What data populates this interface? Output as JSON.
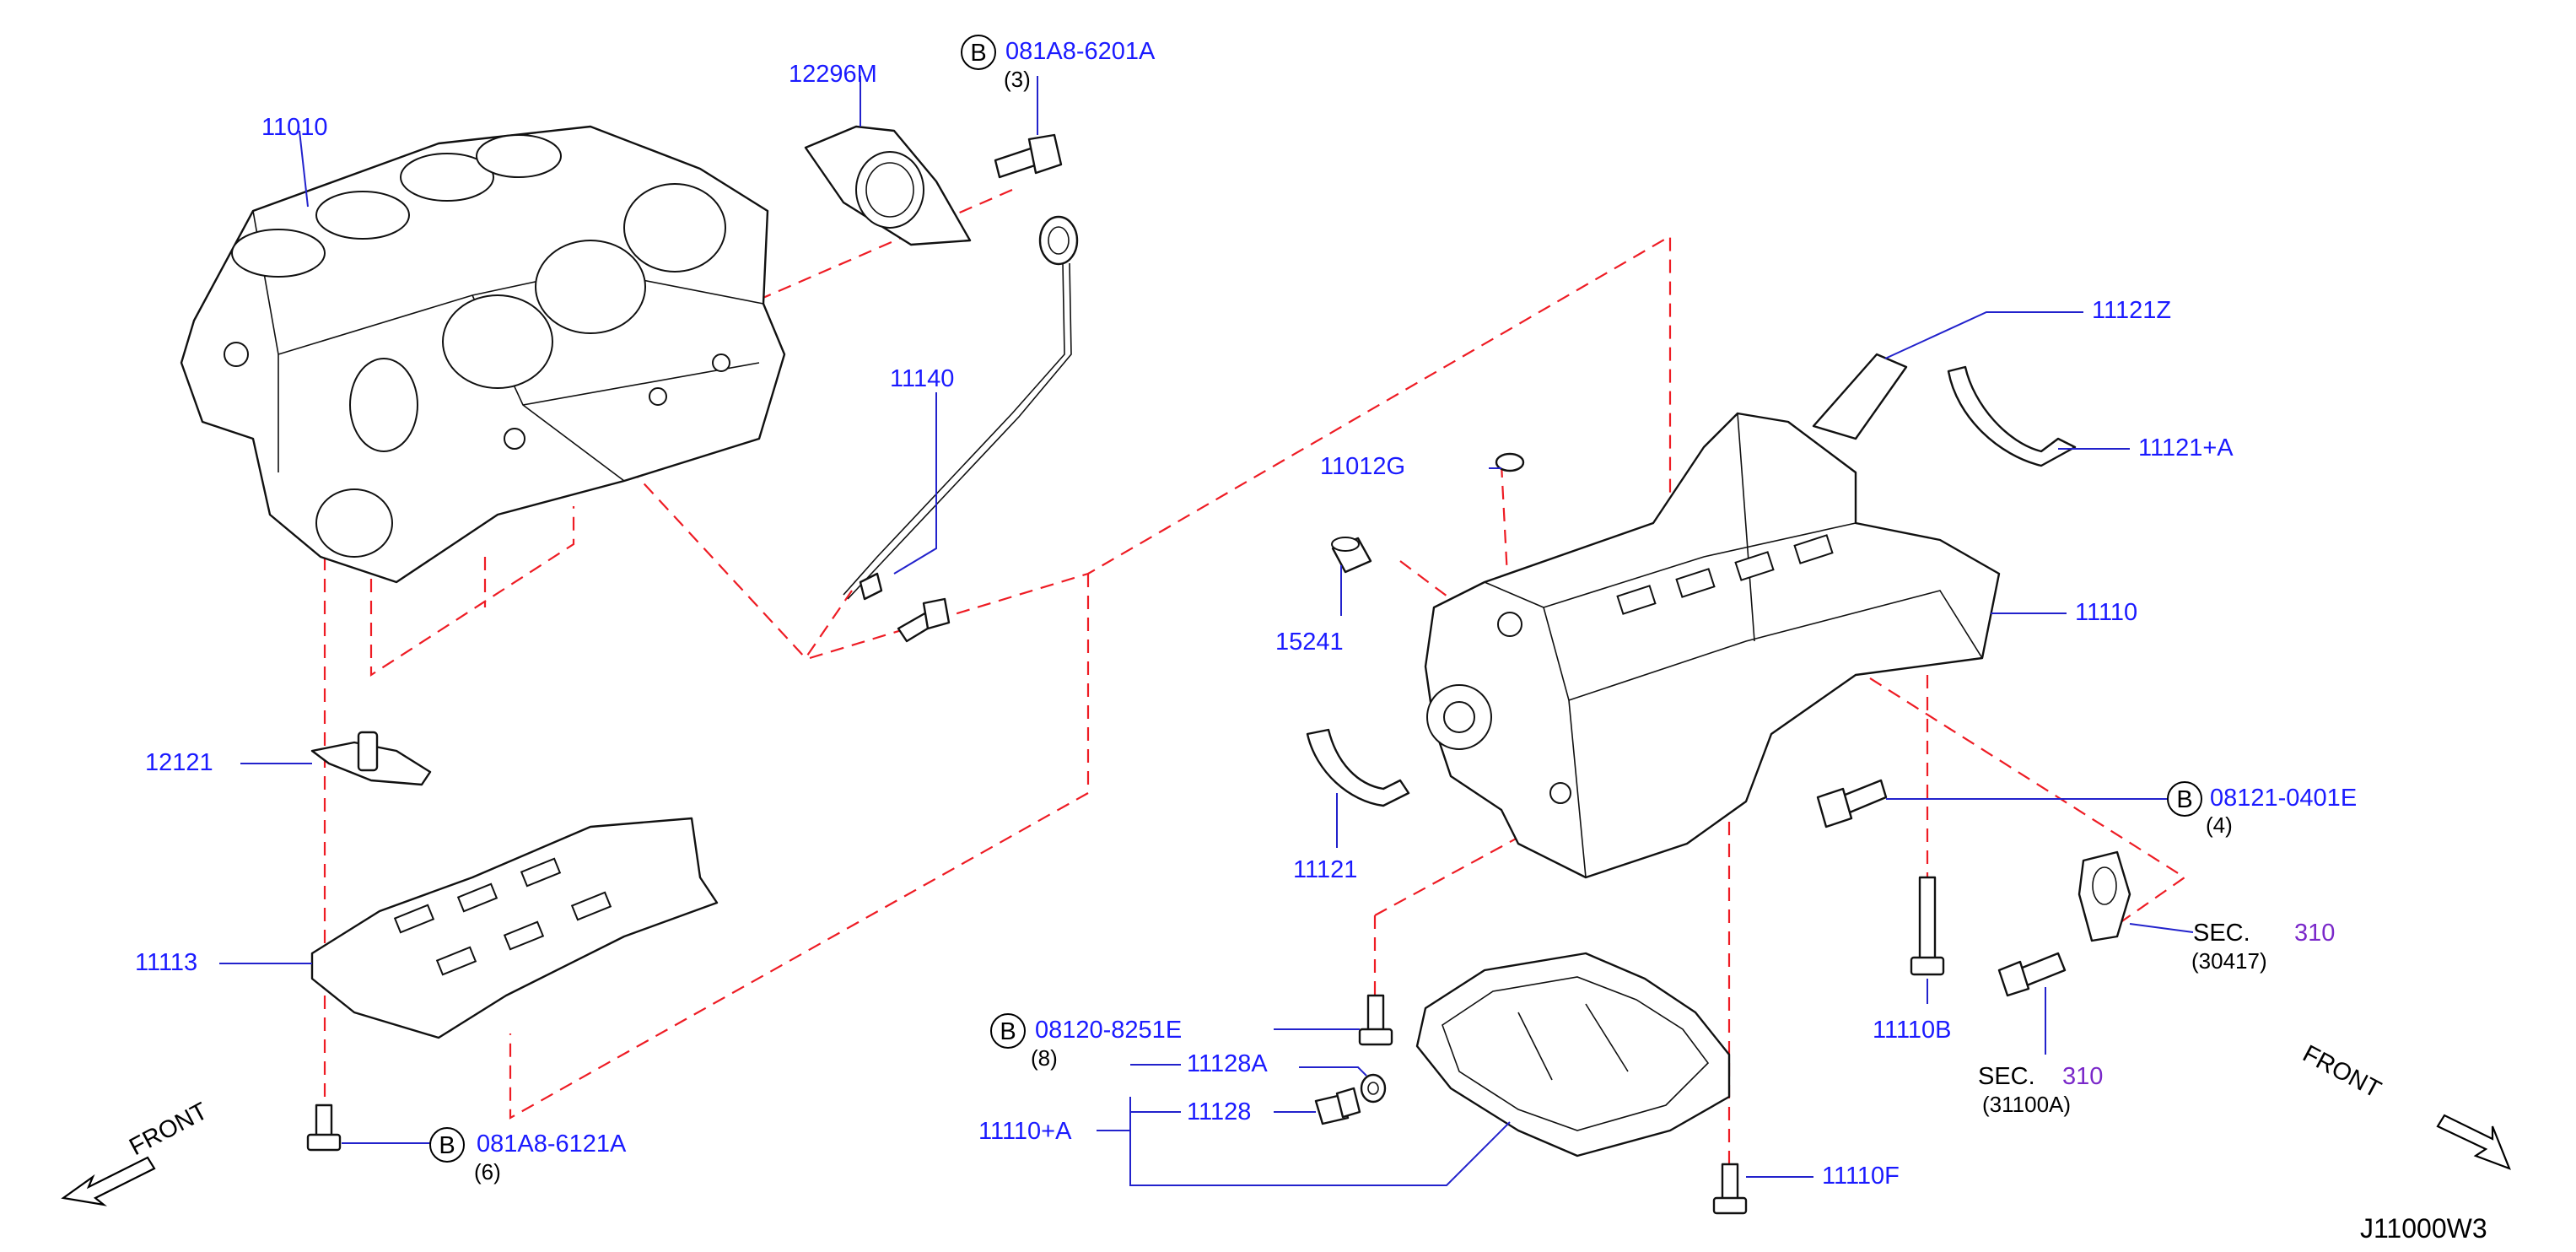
{
  "diagram_code": "J11000W3",
  "front_label": "FRONT",
  "labels": {
    "p11010": "11010",
    "p12296m": "12296M",
    "p081a8_6201a": "081A8-6201A",
    "q3": "(3)",
    "p11140": "11140",
    "p11121z": "11121Z",
    "p11121a": "11121+A",
    "p11012g": "11012G",
    "p15241": "15241",
    "p11110": "11110",
    "p12121": "12121",
    "p11121": "11121",
    "p08121_0401e": "08121-0401E",
    "q4": "(4)",
    "p11113": "11113",
    "sec_label": "SEC.",
    "sec_num": "310",
    "p30417": "(30417)",
    "p11110b": "11110B",
    "p08120_8251e": "08120-8251E",
    "q8": "(8)",
    "p11128a": "11128A",
    "p11128": "11128",
    "p11110a": "11110+A",
    "p31100a": "(31100A)",
    "p081a8_6121a": "081A8-6121A",
    "q6": "(6)",
    "p11110f": "11110F",
    "bolt_mark": "B"
  },
  "colors": {
    "part_number": "#1a1aff",
    "section_ref": "#7a28c9",
    "dashed_guide": "#ee1c24",
    "outline": "#111111"
  },
  "icons": [
    "engine-block",
    "rear-oil-seal",
    "oil-level-gauge",
    "oil-pan-upper",
    "oil-pan-lower",
    "baffle-plate",
    "bolt",
    "drain-plug",
    "front-arrow"
  ]
}
